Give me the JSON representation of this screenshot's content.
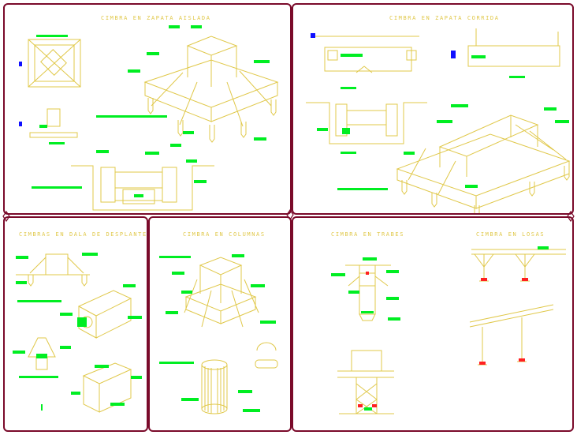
{
  "panels": {
    "zapata_aislada": {
      "title": "CIMBRA EN ZAPATA AISLADA"
    },
    "zapata_corrida": {
      "title": "CIMBRA EN ZAPATA CORRIDA"
    },
    "dala": {
      "title": "CIMBRAS EN DALA DE DESPLANTE"
    },
    "columnas": {
      "title": "CIMBRA EN COLUMNAS"
    },
    "trabes": {
      "title": "CIMBRA EN TRABES"
    },
    "losas": {
      "title": "CIMBRA EN LOSAS"
    }
  },
  "colors": {
    "frame": "#7a0a2a",
    "wood": "#e0c84a",
    "label": "#00ee22",
    "accent": "#ff2020",
    "dim": "#1010ff"
  }
}
